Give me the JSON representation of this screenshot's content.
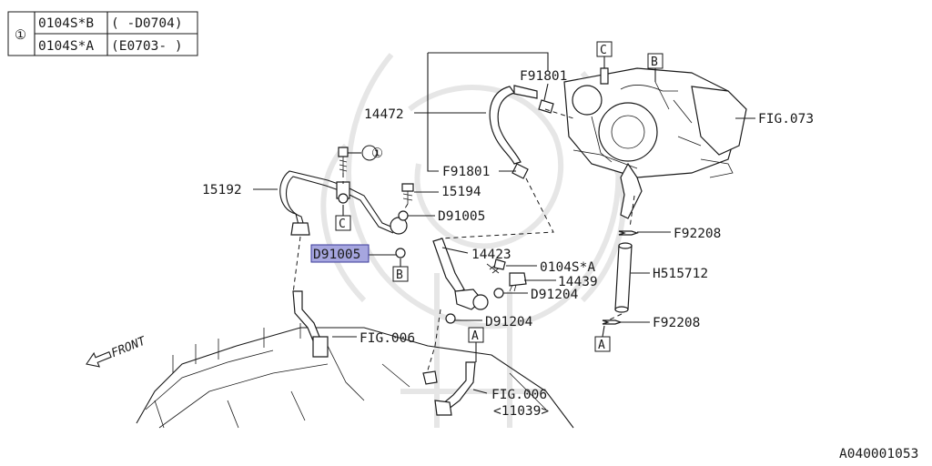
{
  "legend_table": {
    "marker": "①",
    "rows": [
      {
        "part": "0104S*B",
        "range": "( -D0704)"
      },
      {
        "part": "0104S*A",
        "range": "(E0703- )"
      }
    ]
  },
  "callouts": {
    "c14472": "14472",
    "f91801_top": "F91801",
    "f91801_bot": "F91801",
    "fig073": "FIG.073",
    "c15192": "15192",
    "c15194": "15194",
    "d91005_a": "D91005",
    "d91005_b": "D91005",
    "c14423": "14423",
    "c0104sa": "0104S*A",
    "c14439": "14439",
    "d91204_a": "D91204",
    "d91204_b": "D91204",
    "h515712": "H515712",
    "f92208_a": "F92208",
    "f92208_b": "F92208",
    "fig006_a": "FIG.006",
    "fig006_b": "FIG.006",
    "c11039": "<11039>",
    "front": "FRONT",
    "circle_one": "①"
  },
  "refs": {
    "a1": "A",
    "a2": "A",
    "b1": "B",
    "b2": "B",
    "c1": "C",
    "c2": "C"
  },
  "footer": {
    "code": "A040001053"
  },
  "highlight": {
    "part": "D91005",
    "color": "#a6a6df"
  }
}
